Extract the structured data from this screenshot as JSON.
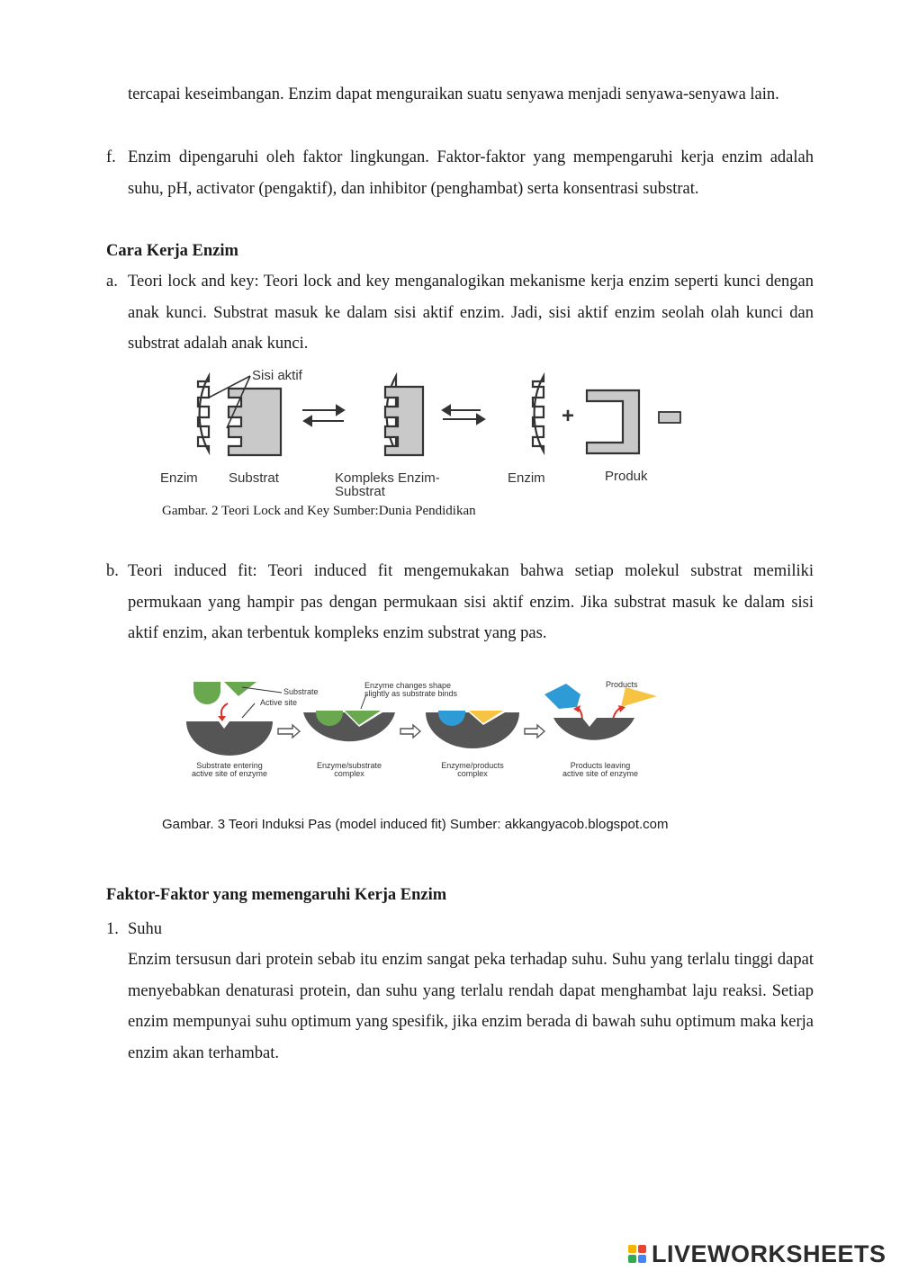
{
  "intro": {
    "line": "tercapai keseimbangan. Enzim dapat menguraikan suatu senyawa menjadi senyawa-senyawa lain."
  },
  "item_f": {
    "marker": "f.",
    "text": "Enzim dipengaruhi oleh faktor lingkungan. Faktor-faktor yang mempengaruhi kerja enzim adalah suhu, pH, activator (pengaktif), dan inhibitor (penghambat) serta konsentrasi substrat."
  },
  "section1": {
    "title": "Cara Kerja Enzim",
    "item_a": {
      "marker": "a.",
      "text": "Teori lock and key: Teori lock and key menganalogikan mekanisme kerja enzim seperti kunci dengan anak kunci. Substrat masuk ke dalam sisi aktif enzim. Jadi, sisi aktif enzim seolah olah kunci dan substrat adalah anak kunci."
    },
    "figure1": {
      "label_active_site": "Sisi aktif",
      "label_enzim_1": "Enzim",
      "label_substrat": "Substrat",
      "label_kompleks_1": "Kompleks Enzim-",
      "label_kompleks_2": "Substrat",
      "label_enzim_2": "Enzim",
      "label_produk": "Produk",
      "caption": "Gambar. 2 Teori Lock and Key Sumber:Dunia Pendidikan"
    },
    "item_b": {
      "marker": "b.",
      "text": "Teori induced fit: Teori induced fit mengemukakan bahwa setiap molekul substrat memiliki permukaan yang hampir pas dengan permukaan sisi aktif enzim. Jika substrat masuk ke dalam sisi aktif enzim, akan terbentuk kompleks enzim substrat yang pas."
    },
    "figure2": {
      "label_substrate": "Substrate",
      "label_active_site": "Active site",
      "label_changes_1": "Enzyme changes shape",
      "label_changes_2": "slightly as substrate binds",
      "label_products": "Products",
      "label_step1_1": "Substrate entering",
      "label_step1_2": "active site of enzyme",
      "label_step2_1": "Enzyme/substrate",
      "label_step2_2": "complex",
      "label_step3_1": "Enzyme/products",
      "label_step3_2": "complex",
      "label_step4_1": "Products leaving",
      "label_step4_2": "active site of enzyme",
      "caption": "Gambar. 3 Teori Induksi Pas (model induced fit) Sumber: akkangyacob.blogspot.com",
      "colors": {
        "enzyme": "#555555",
        "substrate": "#6aa84f",
        "product_blue": "#2e9bd6",
        "product_yellow": "#f6c342",
        "arrow_red": "#d9342b"
      }
    }
  },
  "section2": {
    "title": "Faktor-Faktor yang memengaruhi Kerja Enzim",
    "item_1": {
      "marker": "1.",
      "label": "Suhu",
      "text": "Enzim tersusun dari protein sebab itu enzim sangat peka terhadap suhu. Suhu yang terlalu tinggi dapat menyebabkan denaturasi protein, dan suhu yang terlalu rendah dapat menghambat laju reaksi. Setiap enzim mempunyai suhu optimum yang spesifik, jika enzim berada di bawah suhu optimum maka kerja enzim akan terhambat."
    }
  },
  "watermark": {
    "text": "LIVEWORKSHEETS",
    "colors": [
      "#f6b400",
      "#e94335",
      "#34a853",
      "#4285f4"
    ]
  }
}
